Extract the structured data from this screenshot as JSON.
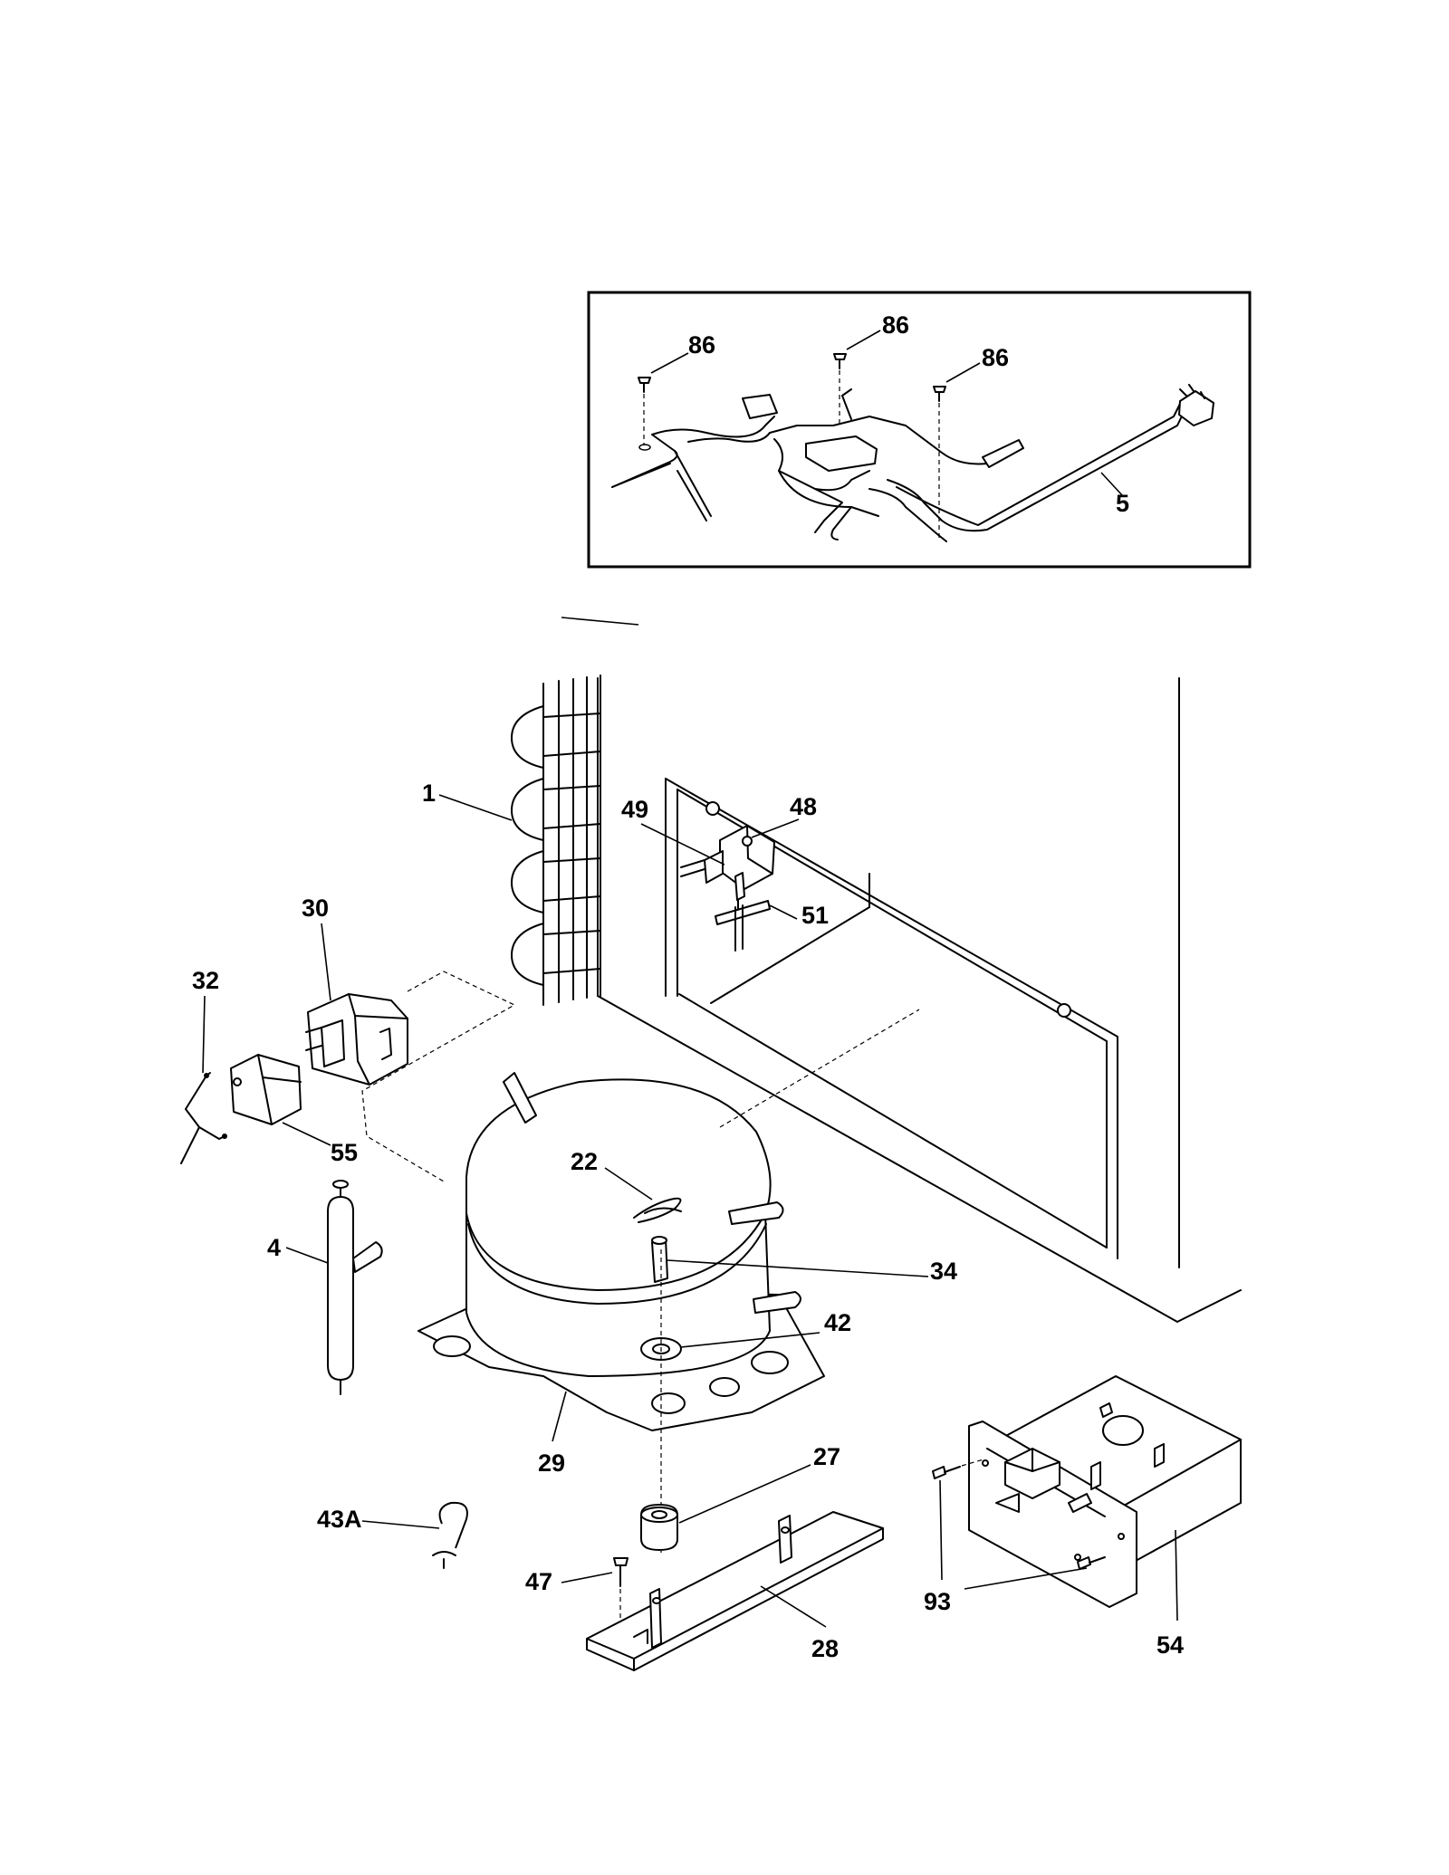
{
  "callouts": {
    "c86a": "86",
    "c86b": "86",
    "c86c": "86",
    "c5": "5",
    "c1": "1",
    "c49": "49",
    "c48": "48",
    "c51": "51",
    "c30": "30",
    "c32": "32",
    "c55": "55",
    "c22": "22",
    "c4": "4",
    "c34": "34",
    "c42": "42",
    "c29": "29",
    "c27": "27",
    "c43A": "43A",
    "c47": "47",
    "c28": "28",
    "c93": "93",
    "c54": "54"
  }
}
